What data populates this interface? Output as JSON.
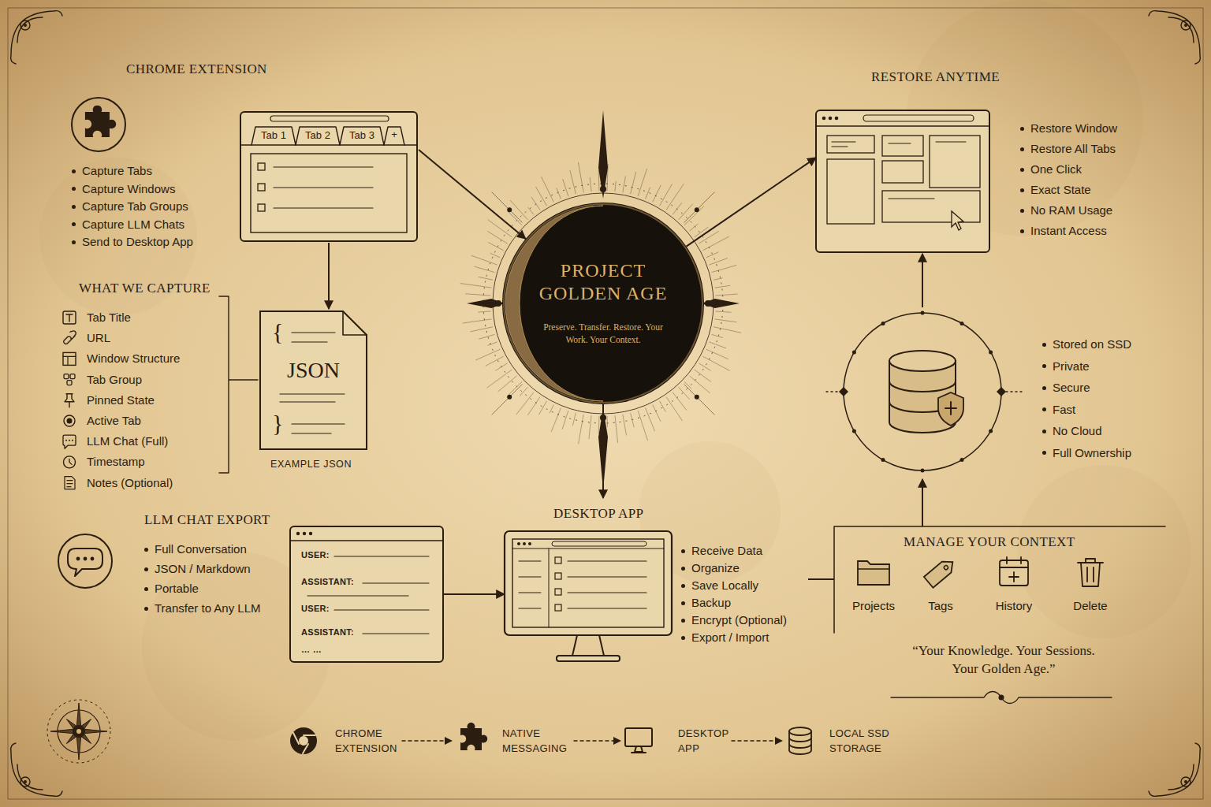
{
  "diagram": {
    "nodes": [
      {
        "text": [
          "Tab 1",
          "Tab 2",
          "Tab 3",
          "+"
        ]
      },
      {
        "text": [
          "PROJECT GOLDEN AGE",
          "Preserve. Transfer. Restore. Your Work. Your Context."
        ]
      },
      {
        "text": [
          "RESTORE ANYTIME",
          "Restore Window",
          "Restore All Tabs",
          "One Click",
          "Exact State",
          "No RAM Usage",
          "Instant Access"
        ]
      },
      {
        "text": [
          "{",
          "JSON",
          "}",
          "EXAMPLE JSON"
        ]
      },
      {
        "text": [
          "Stored on SSD",
          "Private",
          "Secure",
          "Fast",
          "No Cloud",
          "Full Ownership"
        ]
      },
      {
        "text": [
          "USER:",
          "ASSISTANT:",
          "USER:",
          "ASSISTANT:",
          "… …"
        ]
      },
      {
        "text": [
          "DESKTOP APP",
          "Receive Data",
          "Organize",
          "Save Locally",
          "Backup",
          "Encrypt (Optional)",
          "Export / Import"
        ]
      },
      {
        "text": [
          "MANAGE YOUR CONTEXT",
          "Projects",
          "Tags",
          "History",
          "Delete"
        ]
      }
    ],
    "edges": [
      {
        "from": 0,
        "to": 1,
        "arrow": "to"
      },
      {
        "from": 0,
        "to": 3,
        "arrow": "to"
      },
      {
        "from": 1,
        "to": 2,
        "arrow": "to"
      },
      {
        "from": 1,
        "to": 6,
        "arrow": "to"
      },
      {
        "from": 5,
        "to": 6,
        "arrow": "to"
      },
      {
        "from": 6,
        "to": 7,
        "arrow": "none"
      },
      {
        "from": 7,
        "to": 4,
        "arrow": "to"
      },
      {
        "from": 4,
        "to": 2,
        "arrow": "to"
      }
    ],
    "labels": [
      "CHROME EXTENSION",
      "Capture Tabs",
      "Capture Windows",
      "Capture Tab Groups",
      "Capture LLM Chats",
      "Send to Desktop App",
      "WHAT WE CAPTURE",
      "Tab Title",
      "URL",
      "Window Structure",
      "Tab Group",
      "Pinned State",
      "Active Tab",
      "LLM Chat (Full)",
      "Timestamp",
      "Notes (Optional)",
      "LLM CHAT EXPORT",
      "Full Conversation",
      "JSON / Markdown",
      "Portable",
      "Transfer to Any LLM",
      "“Your Knowledge. Your Sessions. Your Golden Age.”",
      "CHROME EXTENSION",
      "NATIVE MESSAGING",
      "DESKTOP APP",
      "LOCAL SSD STORAGE"
    ]
  }
}
